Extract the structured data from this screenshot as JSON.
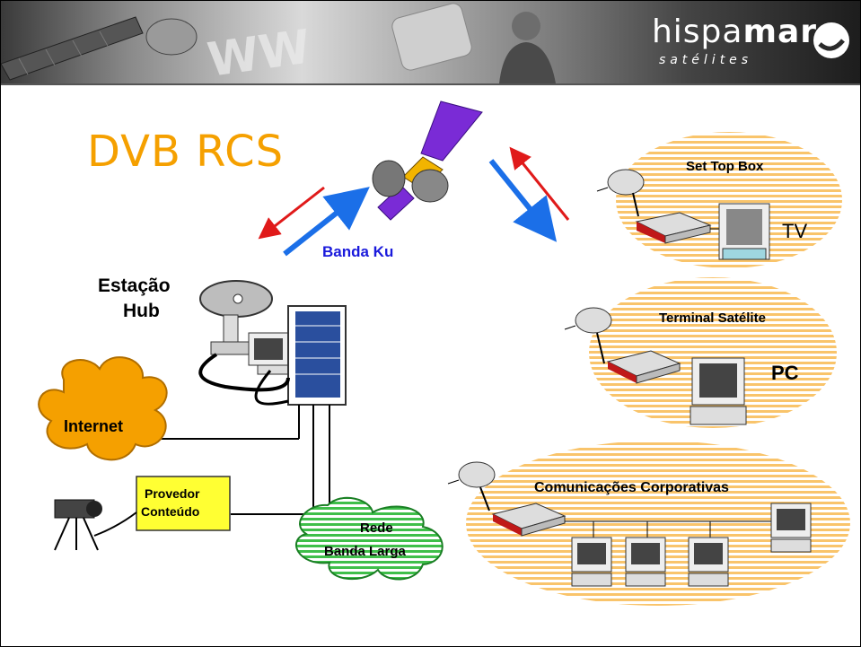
{
  "header": {
    "brand_prefix": "hispa",
    "brand_bold": "mar",
    "brand_sub": "satélites"
  },
  "title": "DVB RCS",
  "labels": {
    "banda_ku": "Banda Ku",
    "hub_line1": "Estação",
    "hub_line2": "Hub",
    "internet": "Internet",
    "provedor_line1": "Provedor",
    "provedor_line2": "Conteúdo",
    "rede_line1": "Rede",
    "rede_line2": "Banda Larga",
    "set_top_box": "Set Top Box",
    "tv": "TV",
    "terminal_satelite": "Terminal Satélite",
    "pc": "PC",
    "comunicacoes": "Comunicações Corporativas"
  },
  "colors": {
    "title": "#f5a000",
    "banda_ku": "#1a1adc",
    "internet_cloud": "#f5a000",
    "rede_cloud": "#3fbf4a",
    "provedor_box": "#ffff33",
    "ellipse_stripes": "#f9c46b",
    "arrow_up": "#1b6fe8",
    "arrow_down": "#e01a1a"
  }
}
